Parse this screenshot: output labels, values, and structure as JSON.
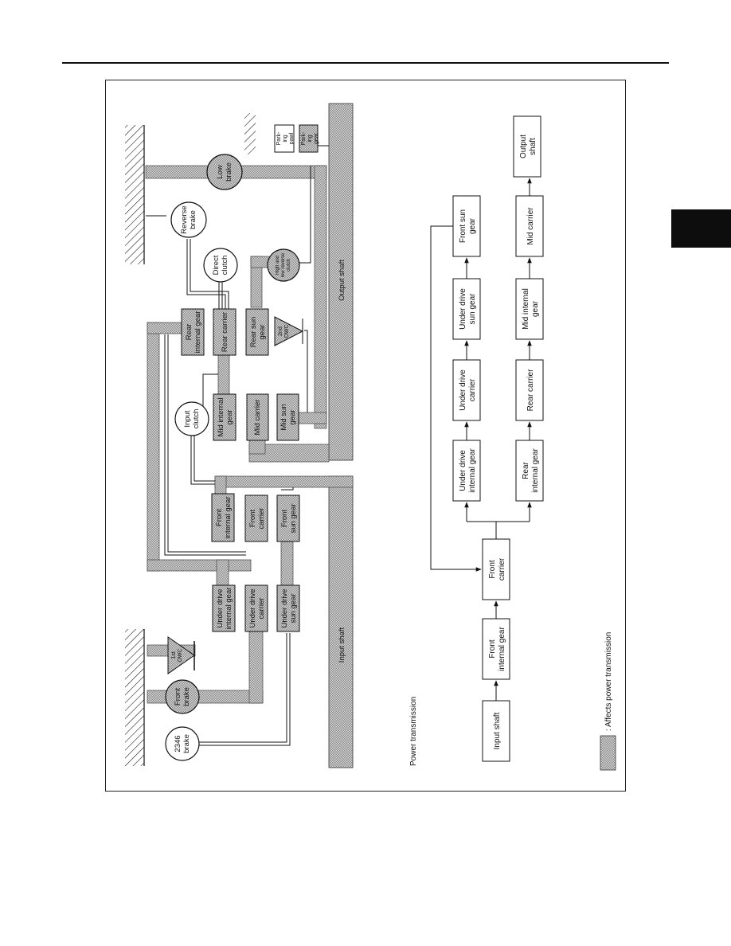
{
  "diagram": {
    "section_label": "Power transmission",
    "legend_label": ": Affects power transmission",
    "shafts": {
      "input": "Input shaft",
      "output": "Output shaft"
    },
    "brakes": {
      "b2346": [
        "2346",
        "brake"
      ],
      "front": [
        "Front",
        "brake"
      ],
      "reverse": [
        "Reverse",
        "brake"
      ],
      "low": [
        "Low",
        "brake"
      ]
    },
    "clutches": {
      "input": [
        "Input",
        "clutch"
      ],
      "direct": [
        "Direct",
        "clutch"
      ],
      "high_low_rev": [
        "High and",
        "low reverse",
        "clutch"
      ]
    },
    "owc": {
      "first": [
        "1st",
        "OWC"
      ],
      "second": [
        "2nd",
        "OWC"
      ]
    },
    "gears": {
      "under_drive_internal": [
        "Under drive",
        "internal gear"
      ],
      "under_drive_carrier": [
        "Under drive",
        "carrier"
      ],
      "under_drive_sun": [
        "Under drive",
        "sun gear"
      ],
      "front_internal": [
        "Front",
        "internal gear"
      ],
      "front_carrier": [
        "Front",
        "carrier"
      ],
      "front_sun": [
        "Front",
        "sun gear"
      ],
      "mid_internal": [
        "Mid internal",
        "gear"
      ],
      "mid_carrier": [
        "Mid carrier"
      ],
      "mid_sun": [
        "Mid sun",
        "gear"
      ],
      "rear_internal": [
        "Rear",
        "internal gear"
      ],
      "rear_carrier": [
        "Rear carrier"
      ],
      "rear_sun": [
        "Rear sun",
        "gear"
      ],
      "parking_pawl": [
        "Park-",
        "ing",
        "pawl"
      ],
      "parking_gear": [
        "Park-",
        "ing",
        "gear"
      ]
    },
    "flow": {
      "input_shaft": [
        "Input shaft"
      ],
      "front_internal_gear": [
        "Front",
        "internal gear"
      ],
      "front_carrier": [
        "Front",
        "carrier"
      ],
      "under_drive_internal_gear": [
        "Under drive",
        "internal gear"
      ],
      "under_drive_carrier": [
        "Under drive",
        "carrier"
      ],
      "under_drive_sun_gear": [
        "Under drive",
        "sun gear"
      ],
      "front_sun_gear": [
        "Front sun",
        "gear"
      ],
      "rear_internal_gear": [
        "Rear",
        "internal gear"
      ],
      "rear_carrier": [
        "Rear carrier"
      ],
      "mid_internal_gear": [
        "Mid internal",
        "gear"
      ],
      "mid_carrier": [
        "Mid carrier"
      ],
      "output_shaft": [
        "Output",
        "shaft"
      ]
    },
    "colors": {
      "hatch_fill": "#bdbdbd",
      "line": "#111111"
    }
  }
}
